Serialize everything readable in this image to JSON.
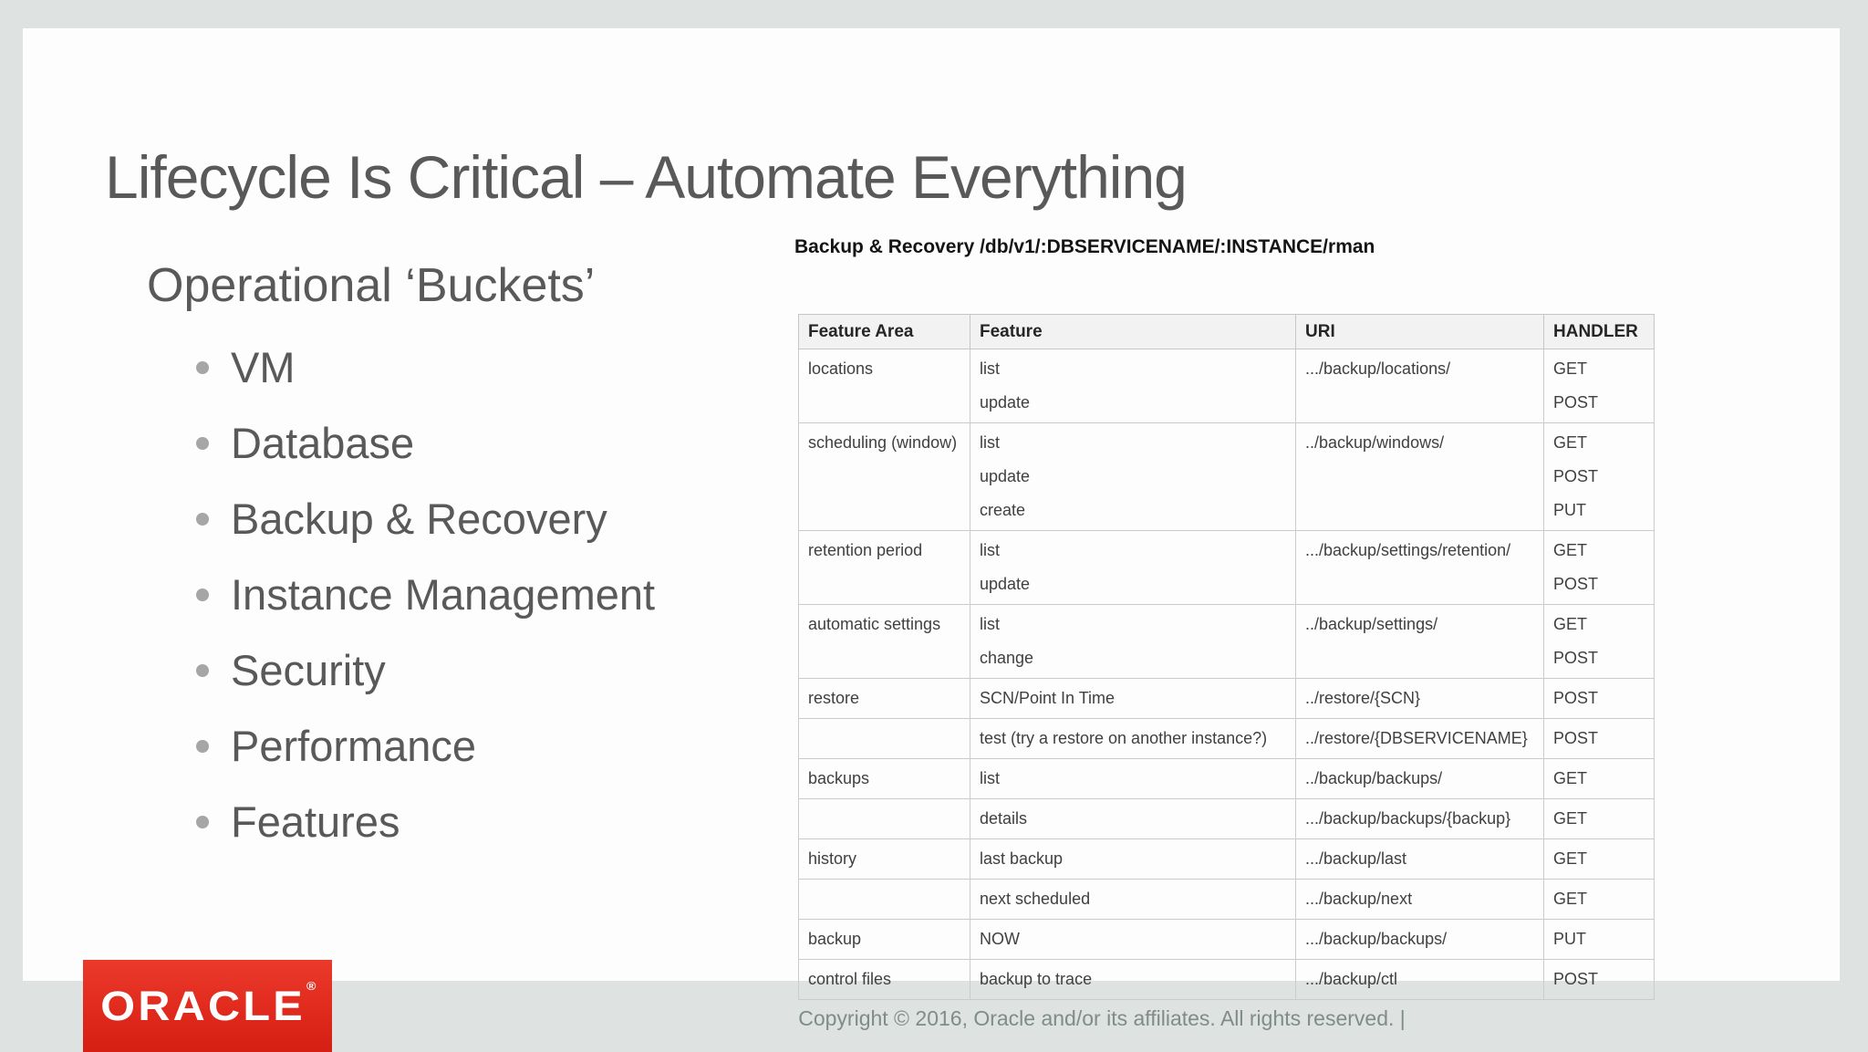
{
  "slide": {
    "title": "Lifecycle Is Critical – Automate Everything",
    "subtitle": "Operational ‘Buckets’",
    "bullets": [
      "VM",
      "Database",
      "Backup & Recovery",
      "Instance Management",
      "Security",
      "Performance",
      "Features"
    ]
  },
  "table": {
    "caption": "Backup & Recovery /db/v1/:DBSERVICENAME/:INSTANCE/rman",
    "columns": [
      "Feature Area",
      "Feature",
      "URI",
      "HANDLER"
    ],
    "rows": [
      {
        "feature_area": "locations",
        "features": [
          "list",
          "update"
        ],
        "uri": ".../backup/locations/",
        "handlers": [
          "GET",
          "POST"
        ]
      },
      {
        "feature_area": "scheduling (window)",
        "features": [
          "list",
          "update",
          "create"
        ],
        "uri": "../backup/windows/",
        "handlers": [
          "GET",
          "POST",
          "PUT"
        ]
      },
      {
        "feature_area": "retention period",
        "features": [
          "list",
          "update"
        ],
        "uri": ".../backup/settings/retention/",
        "handlers": [
          "GET",
          "POST"
        ]
      },
      {
        "feature_area": "automatic settings",
        "features": [
          "list",
          "change"
        ],
        "uri": "../backup/settings/",
        "handlers": [
          "GET",
          "POST"
        ]
      },
      {
        "feature_area": "restore",
        "features": [
          "SCN/Point In Time"
        ],
        "uri": "../restore/{SCN}",
        "handlers": [
          "POST"
        ]
      },
      {
        "feature_area": "",
        "features": [
          "test (try a restore on another instance?)"
        ],
        "uri": "../restore/{DBSERVICENAME}",
        "handlers": [
          "POST"
        ]
      },
      {
        "feature_area": "backups",
        "features": [
          "list"
        ],
        "uri": "../backup/backups/",
        "handlers": [
          "GET"
        ]
      },
      {
        "feature_area": "",
        "features": [
          "details"
        ],
        "uri": ".../backup/backups/{backup}",
        "handlers": [
          "GET"
        ]
      },
      {
        "feature_area": "history",
        "features": [
          "last backup"
        ],
        "uri": ".../backup/last",
        "handlers": [
          "GET"
        ]
      },
      {
        "feature_area": "",
        "features": [
          "next scheduled"
        ],
        "uri": ".../backup/next",
        "handlers": [
          "GET"
        ]
      },
      {
        "feature_area": "backup",
        "features": [
          "NOW"
        ],
        "uri": ".../backup/backups/",
        "handlers": [
          "PUT"
        ]
      },
      {
        "feature_area": "control files",
        "features": [
          "backup to trace"
        ],
        "uri": ".../backup/ctl",
        "handlers": [
          "POST"
        ]
      }
    ]
  },
  "footer": {
    "copyright": "Copyright © 2016, Oracle and/or its affiliates. All rights reserved.  |"
  },
  "logo": {
    "text": "ORACLE",
    "registered_mark": "®"
  },
  "colors": {
    "page_background": "#dee2e0",
    "slide_background": "#fdfdfd",
    "slide_text": "#595959",
    "bullet_dot": "#a6a6a6",
    "table_header_background": "#f2f2f2",
    "table_border": "#c6c6c6",
    "table_text": "#404040",
    "footer_text": "#7f8c89",
    "oracle_red": "#e02a1d"
  }
}
